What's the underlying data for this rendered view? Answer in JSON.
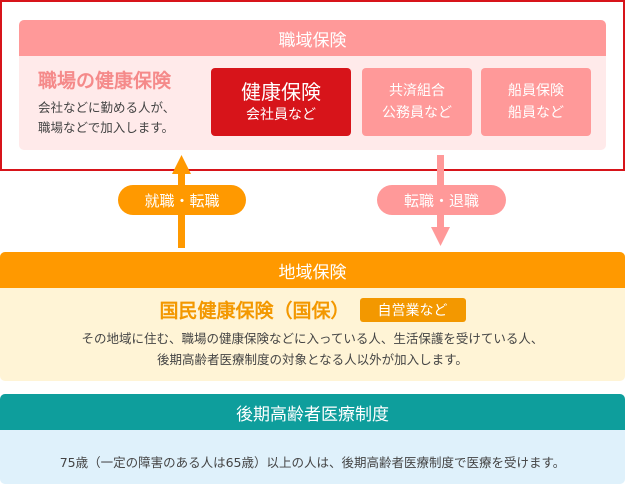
{
  "workplace": {
    "header": "職域保険",
    "title": "職場の健康保険",
    "desc_lines": [
      "会社などに勤める人が、",
      "職場などで加入します。"
    ],
    "boxes": [
      {
        "title": "健康保険",
        "sub": "会社員など"
      },
      {
        "line1": "共済組合",
        "line2": "公務員など"
      },
      {
        "line1": "船員保険",
        "line2": "船員など"
      }
    ]
  },
  "arrows": {
    "up_label": "就職・転職",
    "down_label": "転職・退職"
  },
  "regional": {
    "header": "地域保険",
    "title": "国民健康保険（国保）",
    "badge": "自営業など",
    "desc_lines": [
      "その地域に住む、職場の健康保険などに入っている人、生活保護を受けている人、",
      "後期高齢者医療制度の対象となる人以外が加入します。"
    ]
  },
  "elderly": {
    "header": "後期高齢者医療制度",
    "desc": "75歳（一定の障害のある人は65歳）以上の人は、後期高齢者医療制度で医療を受けます。"
  },
  "colors": {
    "red": "#d7141a",
    "pink": "#ff9999",
    "orange": "#ff9900",
    "teal": "#0e9e9c"
  }
}
